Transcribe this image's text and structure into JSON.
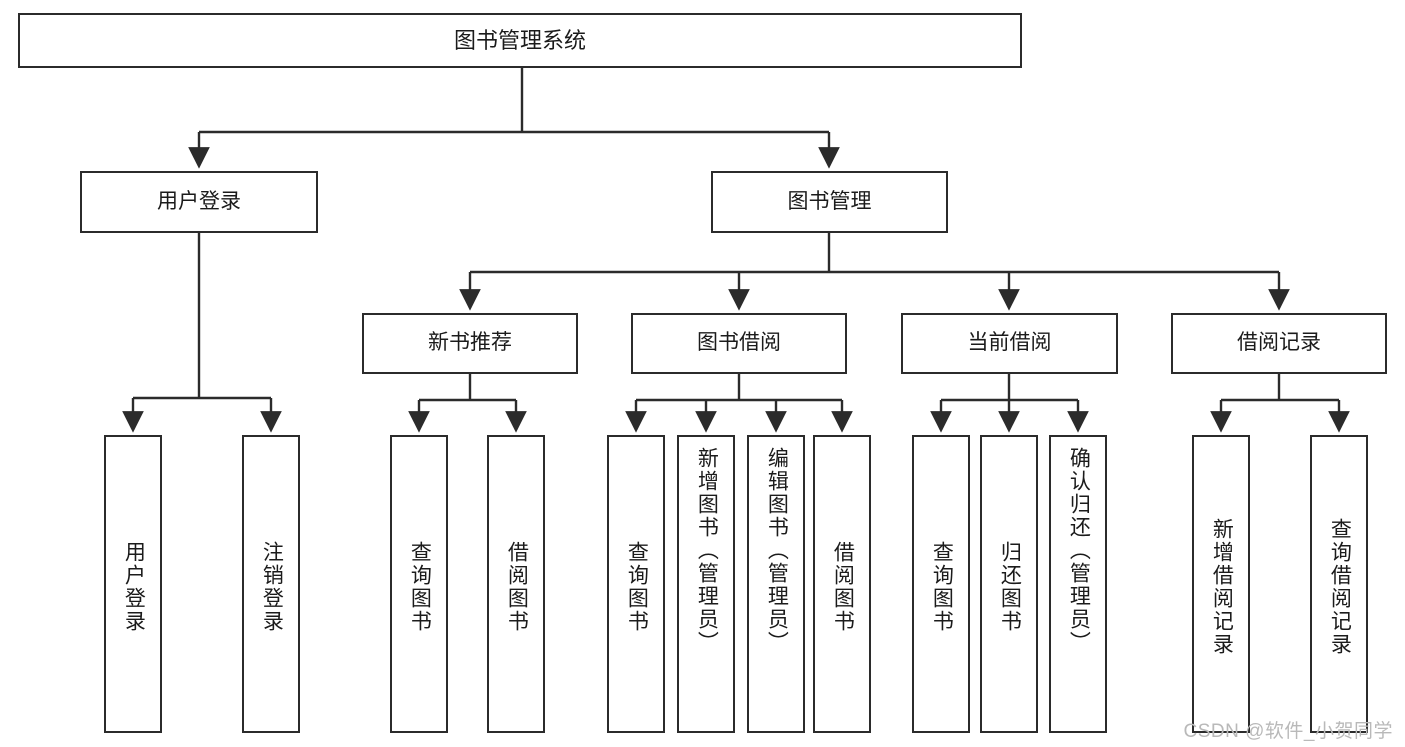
{
  "diagram": {
    "title": "图书管理系统",
    "type": "tree-hierarchy",
    "watermark": "CSDN @软件_小贺同学",
    "colors": {
      "box_border": "#2b2b2b",
      "box_fill": "#ffffff",
      "connector": "#2b2b2b",
      "text": "#1b1b1b",
      "watermark": "#b9b9b9"
    },
    "root": {
      "label": "图书管理系统"
    },
    "level1": [
      {
        "id": "user-login",
        "label": "用户登录"
      },
      {
        "id": "book-management",
        "label": "图书管理"
      }
    ],
    "level2": [
      {
        "id": "new-book-recommend",
        "label": "新书推荐"
      },
      {
        "id": "book-borrow",
        "label": "图书借阅"
      },
      {
        "id": "current-borrow",
        "label": "当前借阅"
      },
      {
        "id": "borrow-record",
        "label": "借阅记录"
      }
    ],
    "leaves": {
      "user_login": [
        {
          "id": "leaf-user-login",
          "label": "用户登录"
        },
        {
          "id": "leaf-logout",
          "label": "注销登录"
        }
      ],
      "new_book_recommend": [
        {
          "id": "leaf-query-book-1",
          "label": "查询图书"
        },
        {
          "id": "leaf-borrow-book-1",
          "label": "借阅图书"
        }
      ],
      "book_borrow": [
        {
          "id": "leaf-query-book-2",
          "label": "查询图书"
        },
        {
          "id": "leaf-add-book-admin",
          "label": "新增图书（管理员）"
        },
        {
          "id": "leaf-edit-book-admin",
          "label": "编辑图书（管理员）"
        },
        {
          "id": "leaf-borrow-book-2",
          "label": "借阅图书"
        }
      ],
      "current_borrow": [
        {
          "id": "leaf-query-book-3",
          "label": "查询图书"
        },
        {
          "id": "leaf-return-book",
          "label": "归还图书"
        },
        {
          "id": "leaf-confirm-return-admin",
          "label": "确认归还（管理员）"
        }
      ],
      "borrow_record": [
        {
          "id": "leaf-add-borrow-record",
          "label": "新增借阅记录"
        },
        {
          "id": "leaf-query-borrow-record",
          "label": "查询借阅记录"
        }
      ]
    }
  }
}
